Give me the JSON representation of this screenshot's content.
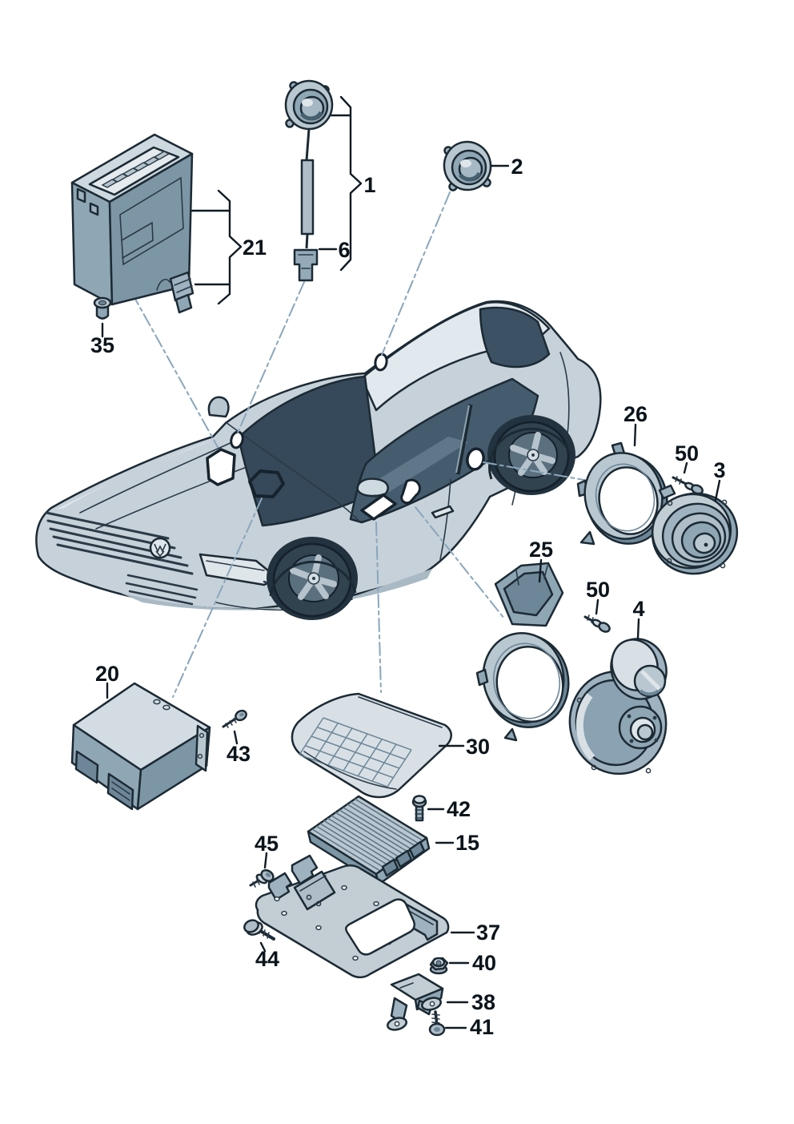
{
  "diagram": {
    "type": "exploded-parts-diagram",
    "subject": "sedan-audio-speaker-components",
    "callouts": {
      "n1": "1",
      "n2": "2",
      "n3": "3",
      "n4": "4",
      "n6": "6",
      "n15": "15",
      "n20": "20",
      "n21": "21",
      "n25": "25",
      "n26": "26",
      "n30": "30",
      "n35": "35",
      "n37": "37",
      "n38": "38",
      "n40": "40",
      "n41": "41",
      "n42": "42",
      "n43": "43",
      "n44": "44",
      "n45": "45",
      "n50a": "50",
      "n50b": "50"
    },
    "colors": {
      "background": "#ffffff",
      "line": "#1c2a34",
      "body": "#c6d1da",
      "body_shadow": "#a3b5c1",
      "glass": "#44596a",
      "glass_dark": "#36495a",
      "part_light": "#d8e0e6",
      "part_mid": "#9fb2bf",
      "part_dark": "#6d8798",
      "leader": "#8aa6bb",
      "label": "#0b141b"
    }
  }
}
